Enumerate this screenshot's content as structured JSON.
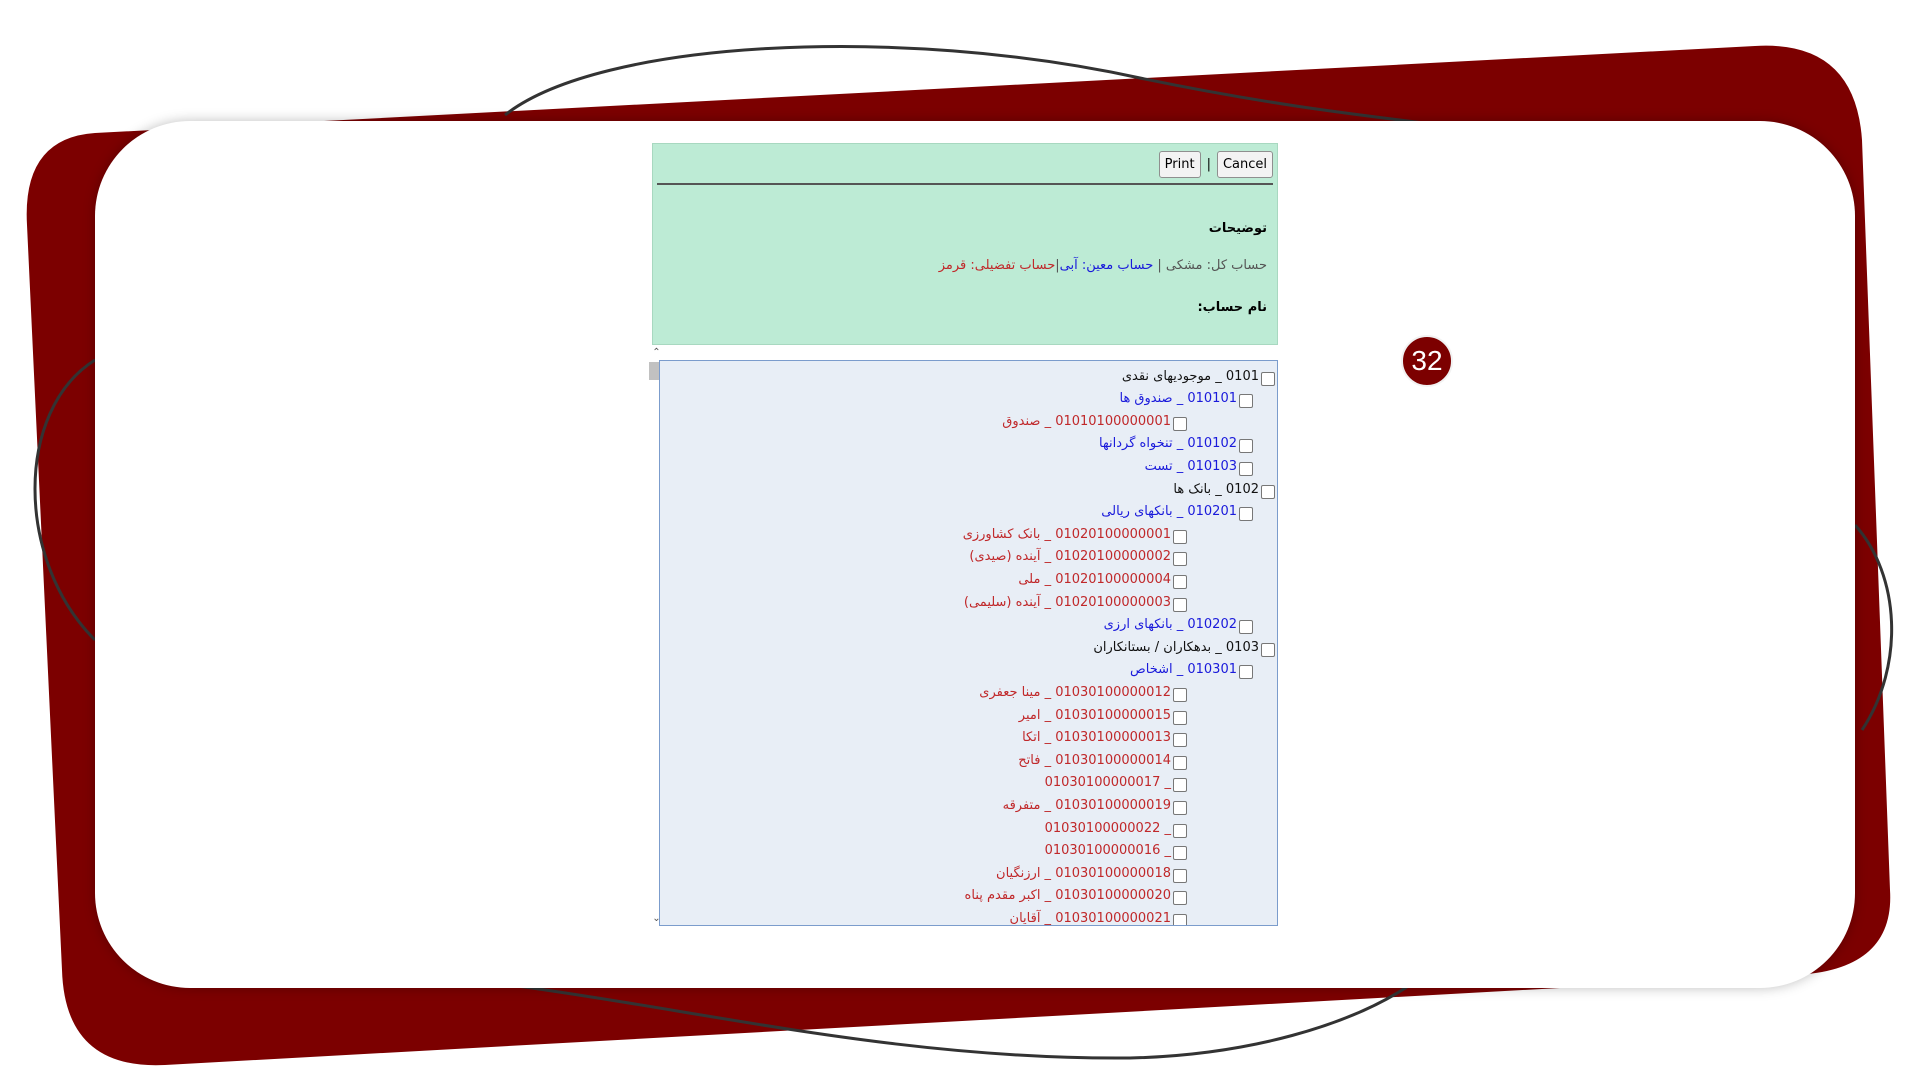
{
  "toolbar": {
    "print_label": "Print",
    "separator": "|",
    "cancel_label": "Cancel"
  },
  "header": {
    "description_title": "توضیحات",
    "legend": {
      "general": "حساب کل: مشکی",
      "sep1": " | ",
      "subsidiary": "حساب معین: آبی",
      "sep2": "|",
      "detail": "حساب تفضیلی: قرمز"
    },
    "account_name_label": "نام حساب:"
  },
  "step_badge": "32",
  "tree": [
    {
      "level": 0,
      "text": "0101 _ موجودیهای نقدی"
    },
    {
      "level": 1,
      "text": "010101 _ صندوق ها"
    },
    {
      "level": 2,
      "text": "01010100000001 _ صندوق"
    },
    {
      "level": 1,
      "text": "010102 _ تنخواه گردانها"
    },
    {
      "level": 1,
      "text": "010103 _ تست"
    },
    {
      "level": 0,
      "text": "0102 _ بانک ها"
    },
    {
      "level": 1,
      "text": "010201 _ بانکهای ریالی"
    },
    {
      "level": 2,
      "text": "01020100000001 _ بانک کشاورزی"
    },
    {
      "level": 2,
      "text": "01020100000002 _ آینده (صیدی)"
    },
    {
      "level": 2,
      "text": "01020100000004 _ ملی"
    },
    {
      "level": 2,
      "text": "01020100000003 _ آینده (سلیمی)"
    },
    {
      "level": 1,
      "text": "010202 _ بانکهای ارزی"
    },
    {
      "level": 0,
      "text": "0103 _ بدهکاران / بستانکاران"
    },
    {
      "level": 1,
      "text": "010301 _ اشخاص"
    },
    {
      "level": 2,
      "text": "01030100000012 _ مینا جعفری"
    },
    {
      "level": 2,
      "text": "01030100000015 _ امیر"
    },
    {
      "level": 2,
      "text": "01030100000013 _ اتکا"
    },
    {
      "level": 2,
      "text": "01030100000014 _ فاتح"
    },
    {
      "level": 2,
      "text": "01030100000017 _"
    },
    {
      "level": 2,
      "text": "01030100000019 _ متفرقه"
    },
    {
      "level": 2,
      "text": "01030100000022 _"
    },
    {
      "level": 2,
      "text": "01030100000016 _"
    },
    {
      "level": 2,
      "text": "01030100000018 _ ارزنگیان"
    },
    {
      "level": 2,
      "text": "01030100000020 _ اکبر مقدم پناه"
    },
    {
      "level": 2,
      "text": "01030100000021 _ آقایان"
    }
  ]
}
